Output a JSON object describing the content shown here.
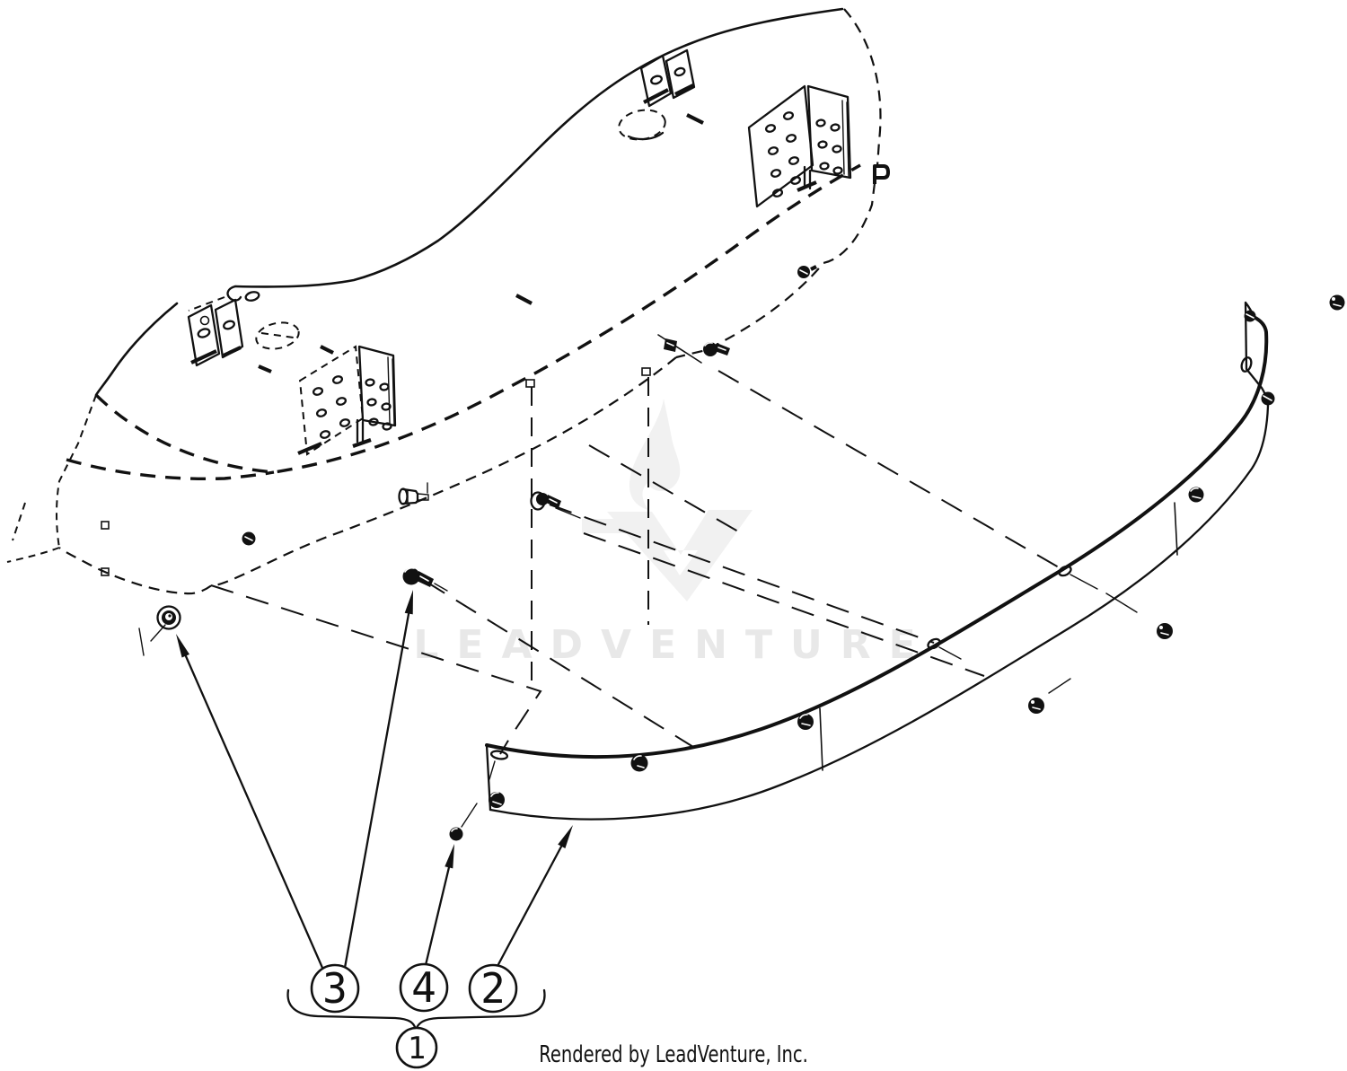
{
  "page": {
    "background": "#ffffff",
    "ink": "#111111"
  },
  "watermark": {
    "text": "LEADVENTURE",
    "text_color": "#e8e8e8",
    "logo_color": "#f1f1f1"
  },
  "footer": {
    "credit": "Rendered by LeadVenture, Inc."
  },
  "callouts": {
    "part3": {
      "label": "3"
    },
    "part4": {
      "label": "4"
    },
    "part2": {
      "label": "2"
    },
    "part1": {
      "label": "1"
    }
  }
}
